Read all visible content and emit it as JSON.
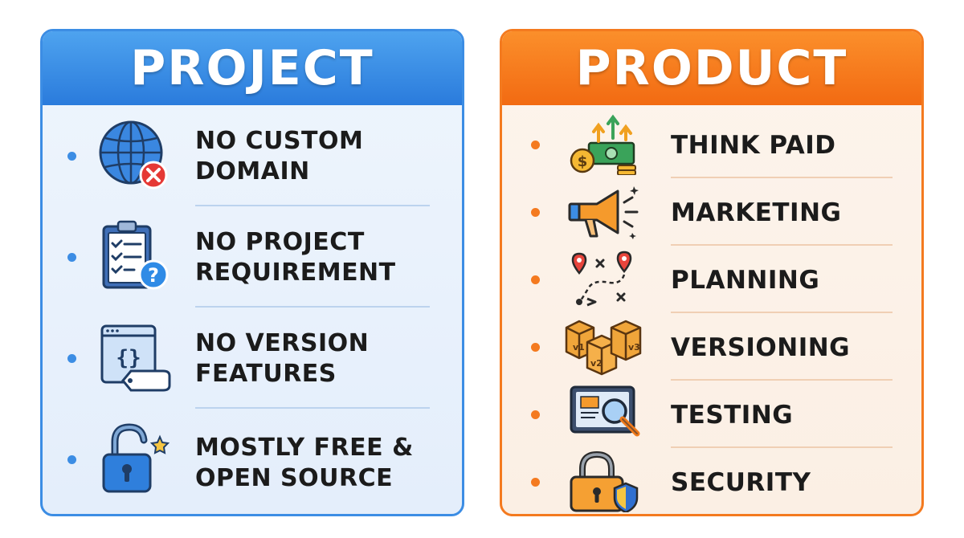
{
  "project": {
    "title": "PROJECT",
    "items": [
      {
        "line1": "NO CUSTOM",
        "line2": "DOMAIN",
        "icon": "globe-error-icon"
      },
      {
        "line1": "NO PROJECT",
        "line2": "REQUIREMENT",
        "icon": "clipboard-question-icon"
      },
      {
        "line1": "NO VERSION",
        "line2": "FEATURES",
        "icon": "code-window-tag-icon"
      },
      {
        "line1": "MOSTLY FREE &",
        "line2": "OPEN SOURCE",
        "icon": "unlocked-padlock-icon"
      }
    ]
  },
  "product": {
    "title": "PRODUCT",
    "items": [
      {
        "label": "THINK PAID",
        "icon": "money-growth-icon"
      },
      {
        "label": "MARKETING",
        "icon": "megaphone-icon"
      },
      {
        "label": "PLANNING",
        "icon": "route-map-icon"
      },
      {
        "label": "VERSIONING",
        "icon": "version-boxes-icon"
      },
      {
        "label": "TESTING",
        "icon": "magnifier-screen-icon"
      },
      {
        "label": "SECURITY",
        "icon": "padlock-shield-icon"
      }
    ]
  },
  "colors": {
    "project_accent": "#3c8de4",
    "product_accent": "#f47a1f",
    "text": "#1b1b1b"
  }
}
